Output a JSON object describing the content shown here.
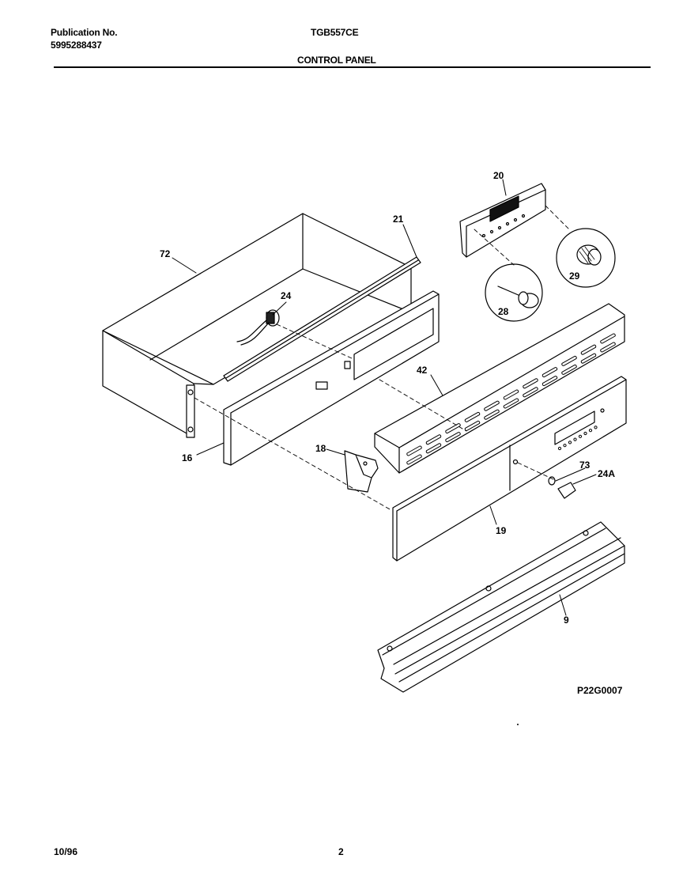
{
  "header": {
    "publication_label": "Publication No.",
    "publication_number": "5995288437",
    "model": "TGB557CE",
    "section_title": "CONTROL PANEL"
  },
  "diagram": {
    "figure_code": "P22G0007",
    "callouts": {
      "p72": "72",
      "p21": "21",
      "p24": "24",
      "p20": "20",
      "p29": "29",
      "p28": "28",
      "p42": "42",
      "p16": "16",
      "p18": "18",
      "p73": "73",
      "p24a": "24A",
      "p19": "19",
      "p9": "9"
    }
  },
  "footer": {
    "date": "10/96",
    "page": "2"
  }
}
